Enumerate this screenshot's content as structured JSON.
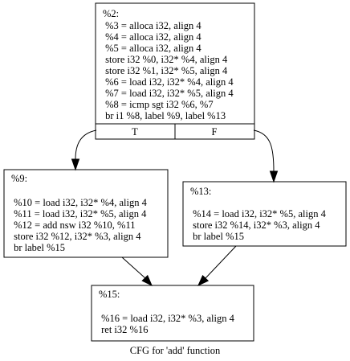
{
  "graph": {
    "caption": "CFG for 'add' function",
    "entry": {
      "lines": [
        "%2:",
        " %3 = alloca i32, align 4",
        " %4 = alloca i32, align 4",
        " %5 = alloca i32, align 4",
        " store i32 %0, i32* %4, align 4",
        " store i32 %1, i32* %5, align 4",
        " %6 = load i32, i32* %4, align 4",
        " %7 = load i32, i32* %5, align 4",
        " %8 = icmp sgt i32 %6, %7",
        " br i1 %8, label %9, label %13"
      ],
      "port_true": "T",
      "port_false": "F"
    },
    "block9": {
      "lines": [
        "%9:",
        "",
        " %10 = load i32, i32* %4, align 4",
        " %11 = load i32, i32* %5, align 4",
        " %12 = add nsw i32 %10, %11",
        " store i32 %12, i32* %3, align 4",
        " br label %15"
      ]
    },
    "block13": {
      "lines": [
        "%13:",
        "",
        " %14 = load i32, i32* %5, align 4",
        " store i32 %14, i32* %3, align 4",
        " br label %15"
      ]
    },
    "block15": {
      "lines": [
        "%15:",
        "",
        " %16 = load i32, i32* %3, align 4",
        " ret i32 %16"
      ]
    }
  }
}
